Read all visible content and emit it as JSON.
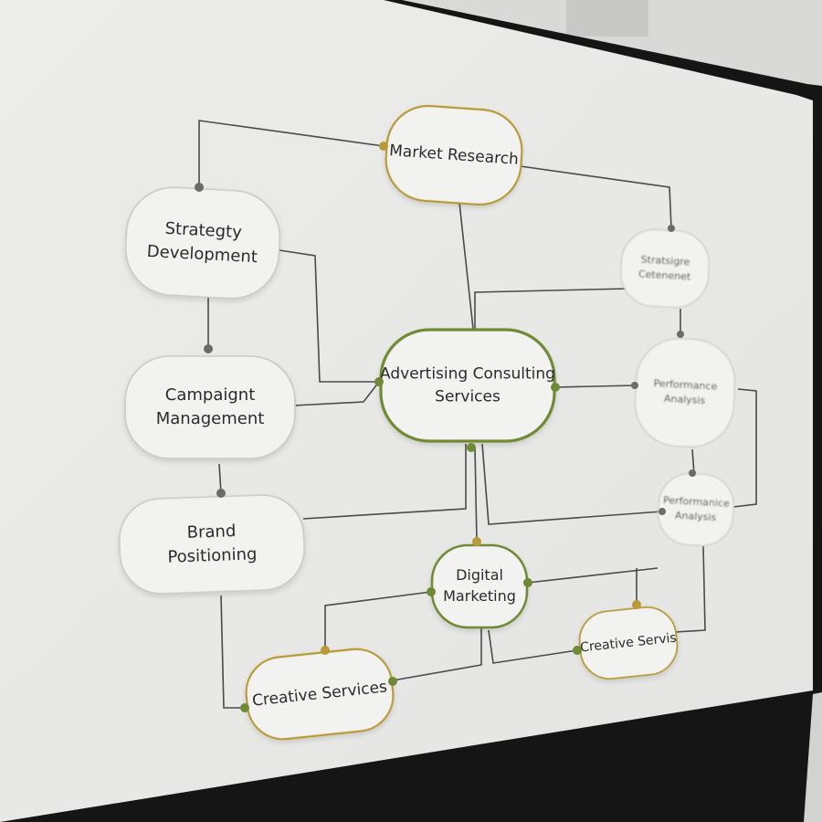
{
  "diagram": {
    "nodes": [
      {
        "id": "market-research",
        "lines": [
          "Market Research"
        ]
      },
      {
        "id": "strategy-development",
        "lines": [
          "Strategty",
          "Development"
        ]
      },
      {
        "id": "campaign-management",
        "lines": [
          "Campaignt",
          "Management"
        ]
      },
      {
        "id": "brand-positioning",
        "lines": [
          "Brand",
          "Positioning"
        ]
      },
      {
        "id": "advertising-consulting",
        "lines": [
          "Advertising Consulting",
          "Services"
        ]
      },
      {
        "id": "digital-marketing",
        "lines": [
          "Digital",
          "Marketing"
        ]
      },
      {
        "id": "creative-services",
        "lines": [
          "Creative Services"
        ]
      },
      {
        "id": "strategic-development-blurred",
        "lines": [
          "Stratsigre",
          "Cetenenet"
        ]
      },
      {
        "id": "performance-analysis-1",
        "lines": [
          "Performance",
          "Analysis"
        ]
      },
      {
        "id": "performance-analysis-2",
        "lines": [
          "Performanice",
          "Analysis"
        ]
      },
      {
        "id": "creative-servis",
        "lines": [
          "Creative Servis"
        ]
      }
    ]
  },
  "colors": {
    "accent_green": "#6f8a35",
    "accent_gold": "#b89a36",
    "node_fill": "#f2f2f0",
    "node_border": "#c9c9c6",
    "connector": "#4a4a4a",
    "bezel": "#151515"
  }
}
